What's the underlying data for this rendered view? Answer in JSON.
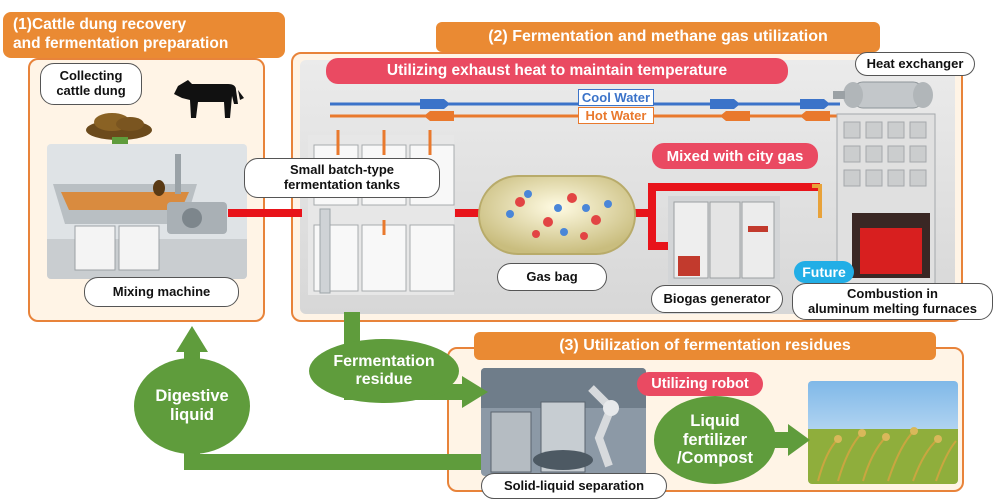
{
  "section1": {
    "title_line1": "(1)Cattle dung recovery",
    "title_line2": "and fermentation preparation",
    "collecting_line1": "Collecting",
    "collecting_line2": "cattle dung",
    "mixing_label": "Mixing machine"
  },
  "section2": {
    "title": "(2)  Fermentation and methane gas utilization",
    "exhaust_heat_label": "Utilizing  exhaust heat to maintain  temperature",
    "heat_exchanger_label": "Heat exchanger",
    "cool_water_label": "Cool Water",
    "hot_water_label": "Hot Water",
    "tanks_line1": "Small batch-type",
    "tanks_line2": "fermentation tanks",
    "gas_bag_label": "Gas bag",
    "city_gas_label": "Mixed with city gas",
    "biogas_label": "Biogas generator",
    "future_label": "Future",
    "combustion_line1": "Combustion in",
    "combustion_line2": "aluminum melting furnaces"
  },
  "section3": {
    "title": "(3)  Utilization  of fermentation residues",
    "robot_label": "Utilizing robot",
    "separation_label": "Solid-liquid separation",
    "fertilizer_line1": "Liquid",
    "fertilizer_line2": "fertilizer",
    "fertilizer_line3": "/Compost"
  },
  "flows": {
    "digestive_line1": "Digestive",
    "digestive_line2": "liquid",
    "residue_line1": "Fermentation",
    "residue_line2": "residue"
  },
  "colors": {
    "panel_border": "#e8833a",
    "title_fill": "#ea8a33",
    "flow_green": "#5f9c3c",
    "label_pink": "#ea4a62",
    "future_blue": "#22aee6",
    "gas_pipe_red": "#e8131a",
    "cool_water_blue": "#3b73c9",
    "hot_water_orange": "#e9792d"
  }
}
